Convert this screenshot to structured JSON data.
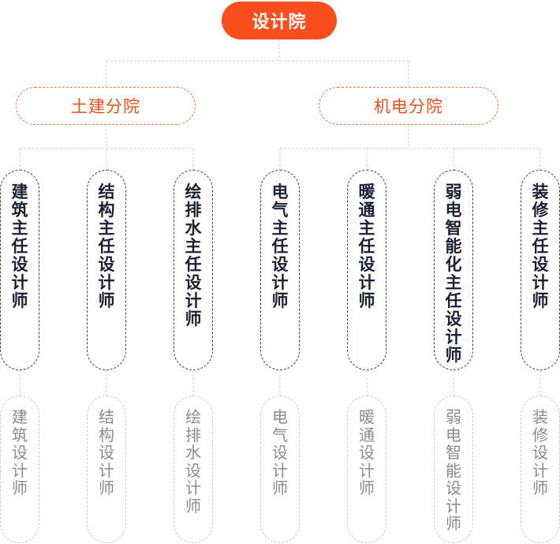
{
  "org_chart": {
    "root": "设计院",
    "branches": [
      {
        "name": "土建分院",
        "roles": [
          {
            "title": "建筑主任设计师",
            "sub": "建筑设计师"
          },
          {
            "title": "结构主任设计师",
            "sub": "结构设计师"
          },
          {
            "title": "绘排水主任设计师",
            "sub": "绘排水设计师"
          }
        ]
      },
      {
        "name": "机电分院",
        "roles": [
          {
            "title": "电气主任设计师",
            "sub": "电气设计师"
          },
          {
            "title": "暖通主任设计师",
            "sub": "暖通设计师"
          },
          {
            "title": "弱电智能化主任设计师",
            "sub": "弱电智能设计师"
          },
          {
            "title": "装修主任设计师",
            "sub": "装修设计师"
          }
        ]
      }
    ]
  },
  "colors": {
    "accent": "#fb4e1e",
    "branch_border": "#f0764f",
    "role_border": "#3a3f52",
    "sub_border": "#c9c9c9",
    "connector": "#cfcfcf"
  }
}
